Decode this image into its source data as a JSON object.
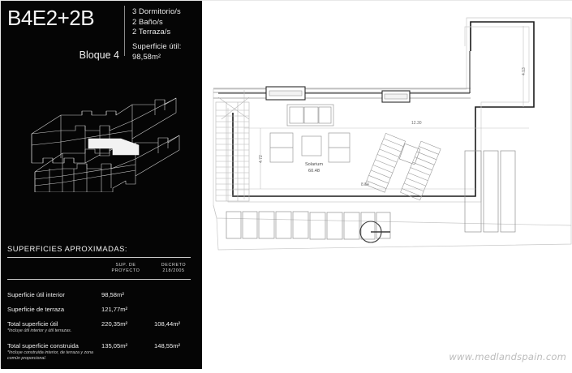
{
  "header": {
    "unit_code": "B4E2+2B",
    "block_label": "Bloque 4",
    "specs": [
      "3 Dormitorio/s",
      "2 Baño/s",
      "2 Terraza/s"
    ],
    "surface_label": "Superficie útil:",
    "surface_value": "98,58m²"
  },
  "surfaces_table": {
    "title": "SUPERFICIES APROXIMADAS:",
    "columns": [
      {
        "line1": "SUP. DE",
        "line2": "PROYECTO"
      },
      {
        "line1": "DECRETO",
        "line2": "218/2005"
      }
    ],
    "rows": [
      {
        "label": "Superficie útil interior",
        "proyecto": "98,58m²",
        "decreto": ""
      },
      {
        "label": "Superficie de terraza",
        "proyecto": "121,77m²",
        "decreto": ""
      },
      {
        "label": "Total superficie útil",
        "proyecto": "220,35m²",
        "decreto": "108,44m²"
      },
      {
        "label": "Total superficie construida",
        "proyecto": "135,05m²",
        "decreto": "148,55m²"
      }
    ],
    "notes": [
      "*Incluye útil interior y útil terrazas.",
      "*Incluye construida interior, de terraza y zona común proporcional."
    ]
  },
  "plan": {
    "room_label": "Solarium",
    "room_area": "60.48",
    "dimensions": {
      "top_horizontal": "12.30",
      "bottom_horizontal": "8.84",
      "left_vertical": "4.72",
      "right_vertical": "4.13"
    },
    "compass_name": "north-orientation-symbol"
  },
  "watermark": "www.medlandspain.com",
  "colors": {
    "panel_background": "#050505",
    "panel_text": "#f0f0f0",
    "plan_background": "#ffffff",
    "plan_line": "#8c8c8c",
    "plan_wall": "#1a1a1a",
    "watermark": "#bcbcbc"
  }
}
